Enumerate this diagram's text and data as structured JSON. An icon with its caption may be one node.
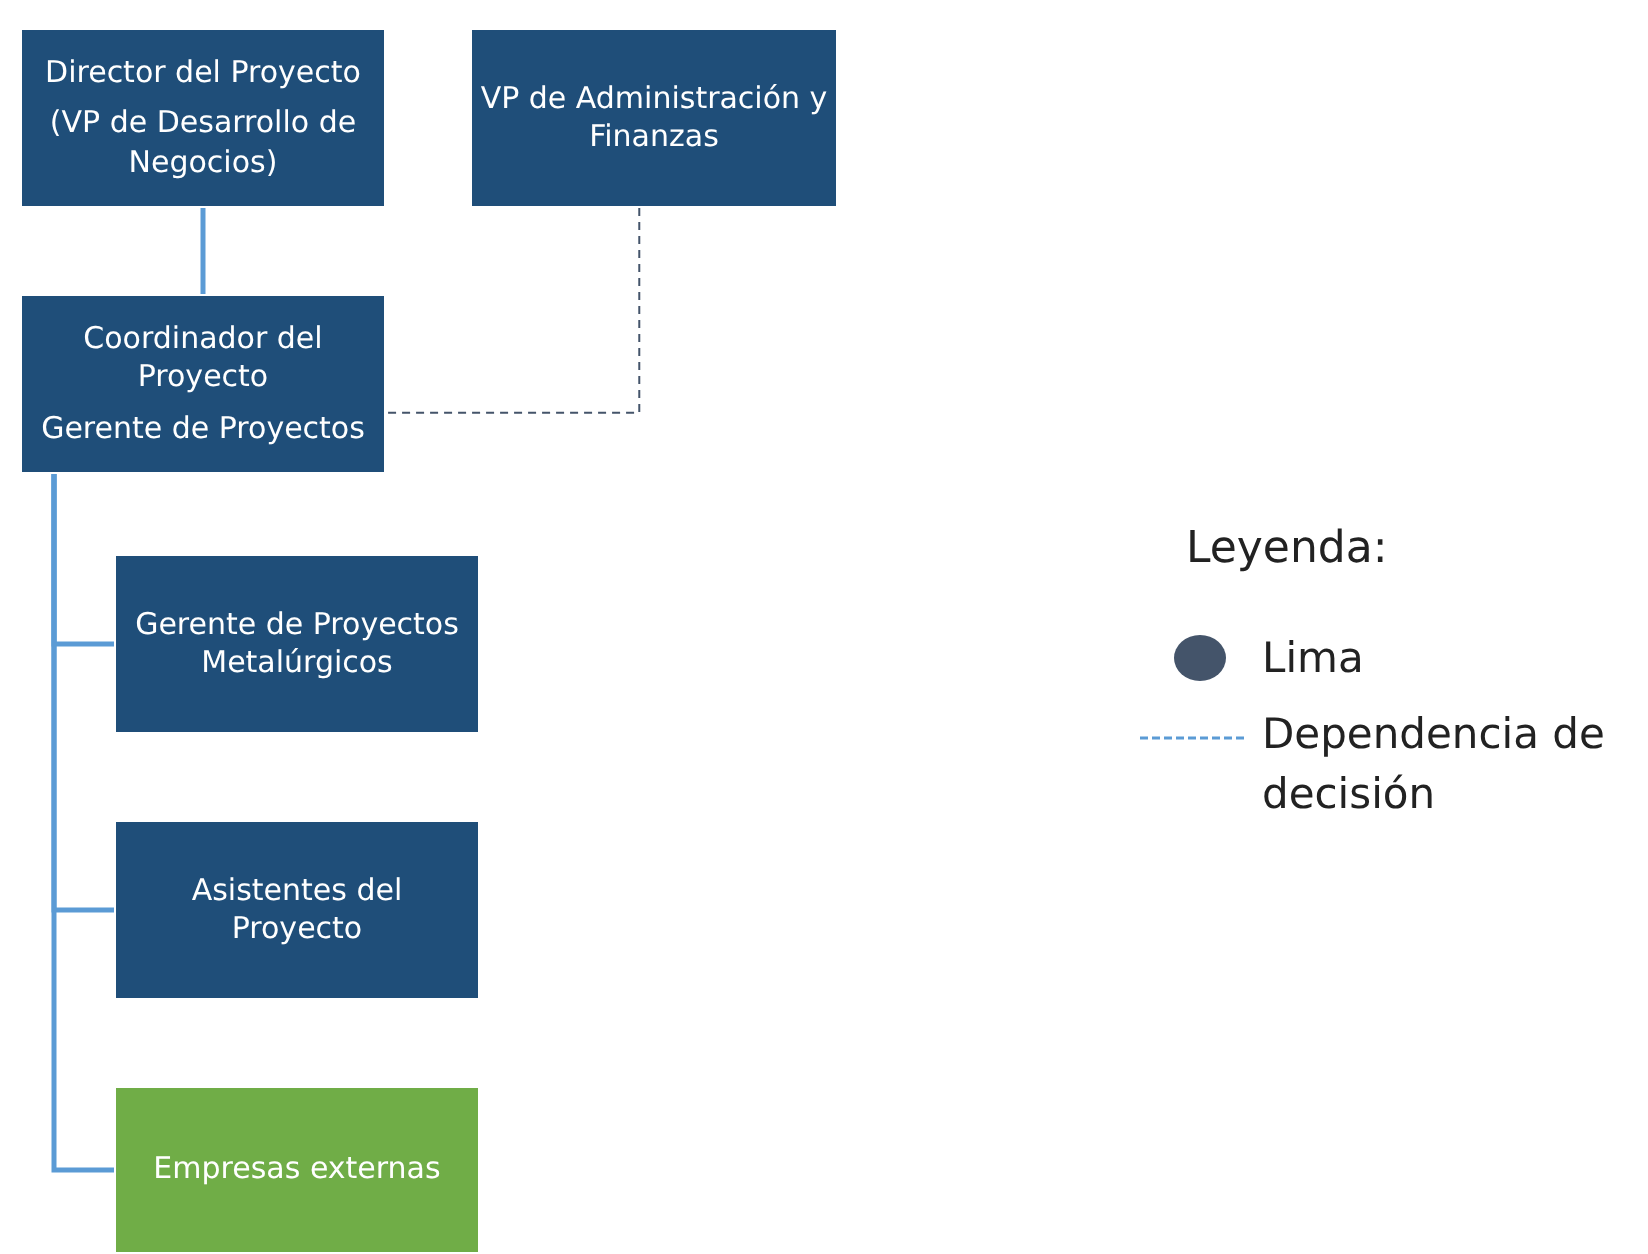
{
  "diagram": {
    "nodes": [
      {
        "text": [
          "Director del Proyecto",
          "(VP de Desarrollo de Negocios)"
        ]
      },
      {
        "text": [
          "VP de Administración y Finanzas"
        ]
      },
      {
        "text": [
          "Coordinador del Proyecto",
          "Gerente de Proyectos"
        ]
      },
      {
        "text": [
          "Gerente de Proyectos Metalúrgicos"
        ]
      },
      {
        "text": [
          "Asistentes del Proyecto"
        ]
      },
      {
        "text": [
          "Empresas externas"
        ]
      }
    ],
    "edges": [
      {
        "from": 0,
        "to": 2,
        "arrow": "none"
      },
      {
        "from": 1,
        "to": 2,
        "arrow": "none",
        "style": "dashed",
        "color": "#44546a"
      },
      {
        "from": 2,
        "to": 3,
        "arrow": "none"
      },
      {
        "from": 2,
        "to": 4,
        "arrow": "none"
      },
      {
        "from": 2,
        "to": 5,
        "arrow": "none"
      }
    ],
    "labels": [
      "Leyenda:"
    ],
    "legend": [
      {
        "text": "Lima",
        "color": "#44546a"
      },
      {
        "text": "Dependencia de decisión"
      }
    ]
  }
}
